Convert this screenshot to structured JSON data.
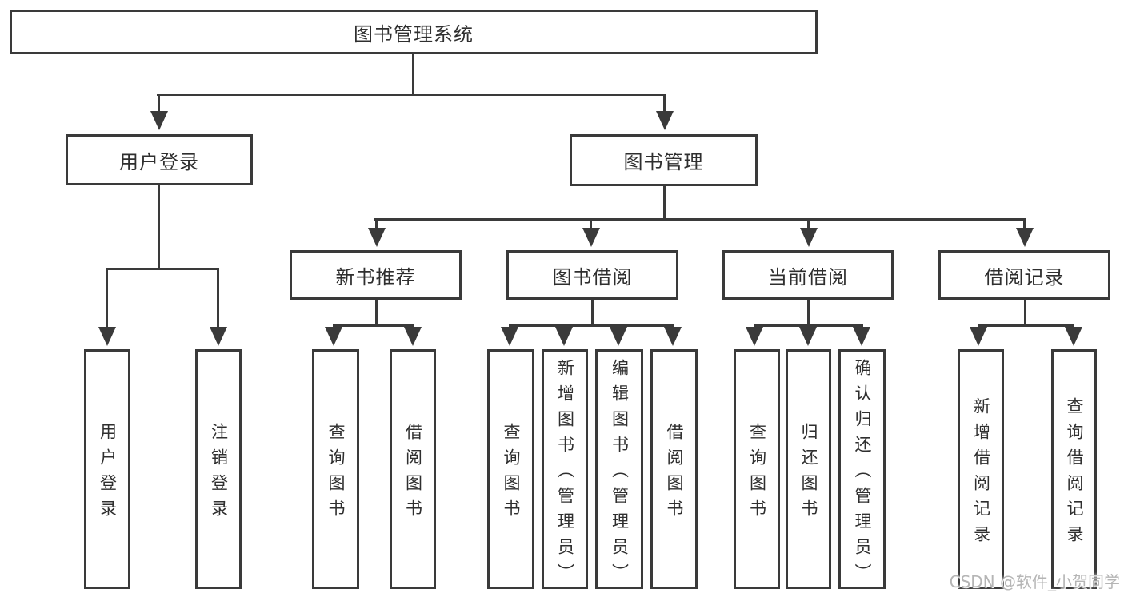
{
  "colors": {
    "line": "#3a3a3a",
    "text": "#2f2f2f",
    "background": "#ffffff",
    "watermark": "#a8a8a8"
  },
  "watermark": {
    "text": "CSDN @软件_小贺同学"
  },
  "tree": {
    "label": "图书管理系统",
    "children": [
      {
        "label": "用户登录",
        "children": [
          {
            "label": "用户登录"
          },
          {
            "label": "注销登录"
          }
        ]
      },
      {
        "label": "图书管理",
        "children": [
          {
            "label": "新书推荐",
            "children": [
              {
                "label": "查询图书"
              },
              {
                "label": "借阅图书"
              }
            ]
          },
          {
            "label": "图书借阅",
            "children": [
              {
                "label": "查询图书"
              },
              {
                "label": "新增图书（管理员）"
              },
              {
                "label": "编辑图书（管理员）"
              },
              {
                "label": "借阅图书"
              }
            ]
          },
          {
            "label": "当前借阅",
            "children": [
              {
                "label": "查询图书"
              },
              {
                "label": "归还图书"
              },
              {
                "label": "确认归还（管理员）"
              }
            ]
          },
          {
            "label": "借阅记录",
            "children": [
              {
                "label": "新增借阅记录"
              },
              {
                "label": "查询借阅记录"
              }
            ]
          }
        ]
      }
    ]
  }
}
